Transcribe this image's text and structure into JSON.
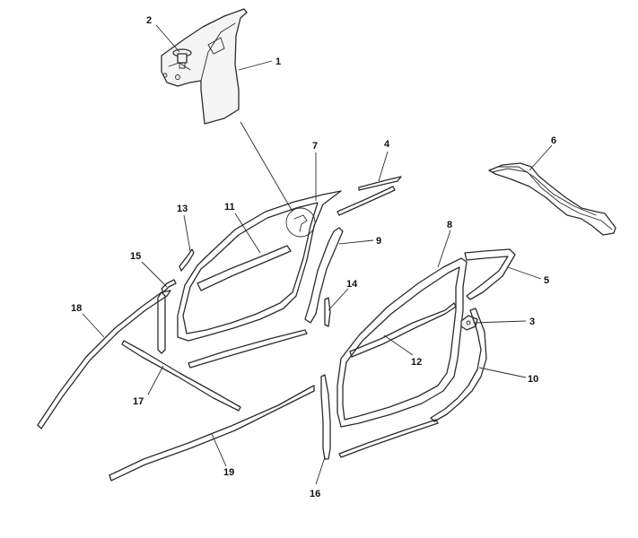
{
  "diagram": {
    "type": "exploded-parts-diagram",
    "callouts": [
      {
        "id": "c1",
        "label": "1"
      },
      {
        "id": "c2",
        "label": "2"
      },
      {
        "id": "c3",
        "label": "3"
      },
      {
        "id": "c4",
        "label": "4"
      },
      {
        "id": "c5",
        "label": "5"
      },
      {
        "id": "c6",
        "label": "6"
      },
      {
        "id": "c7",
        "label": "7"
      },
      {
        "id": "c8",
        "label": "8"
      },
      {
        "id": "c9",
        "label": "9"
      },
      {
        "id": "c10",
        "label": "10"
      },
      {
        "id": "c11",
        "label": "11"
      },
      {
        "id": "c12",
        "label": "12"
      },
      {
        "id": "c13",
        "label": "13"
      },
      {
        "id": "c14",
        "label": "14"
      },
      {
        "id": "c15",
        "label": "15"
      },
      {
        "id": "c16",
        "label": "16"
      },
      {
        "id": "c17",
        "label": "17"
      },
      {
        "id": "c18",
        "label": "18"
      },
      {
        "id": "c19",
        "label": "19"
      }
    ],
    "colors": {
      "line": "#2b2b2b",
      "background": "#ffffff"
    }
  }
}
